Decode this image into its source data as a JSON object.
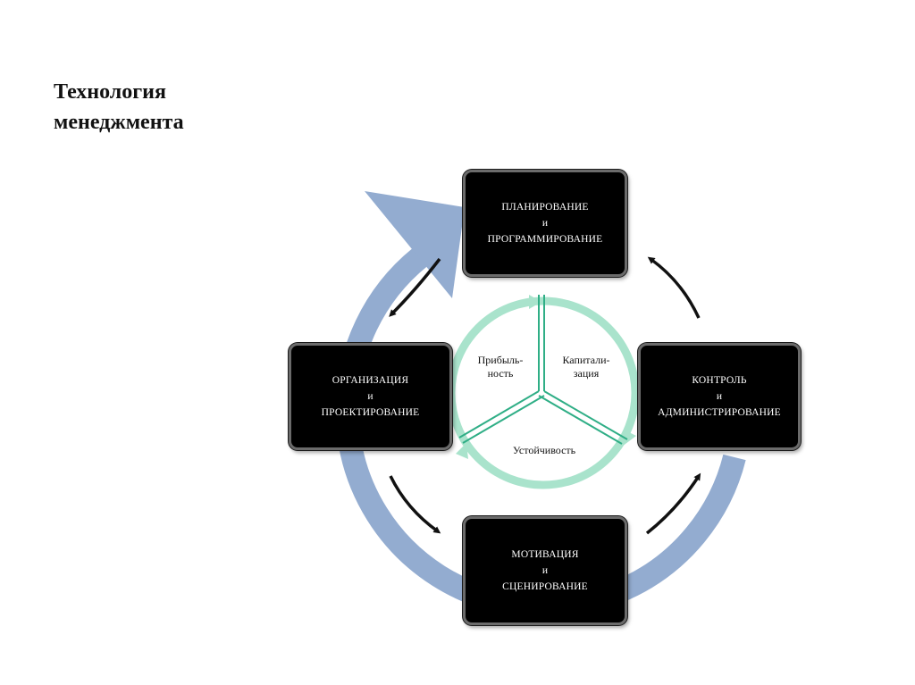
{
  "title": {
    "line1": "Технология",
    "line2": "менеджмента"
  },
  "boxes": {
    "planning": {
      "line1": "ПЛАНИРОВАНИЕ",
      "line2": "и",
      "line3": "ПРОГРАММИРОВАНИЕ"
    },
    "organization": {
      "line1": "ОРГАНИЗАЦИЯ",
      "line2": "и",
      "line3": "ПРОЕКТИРОВАНИЕ"
    },
    "control": {
      "line1": "КОНТРОЛЬ",
      "line2": "и",
      "line3": "АДМИНИСТРИРОВАНИЕ"
    },
    "motivation": {
      "line1": "МОТИВАЦИЯ",
      "line2": "и",
      "line3": "СЦЕНИРОВАНИЕ"
    }
  },
  "inner": {
    "profit": {
      "line1": "Прибыль-",
      "line2": "ность"
    },
    "capital": {
      "line1": "Капитали-",
      "line2": "зация"
    },
    "stability": "Устойчивость"
  },
  "colors": {
    "big_arrow": "#93acd0",
    "inner_ring": "#a9e3cc",
    "inner_spokes": "#2fae86",
    "box_fill": "#000000"
  }
}
